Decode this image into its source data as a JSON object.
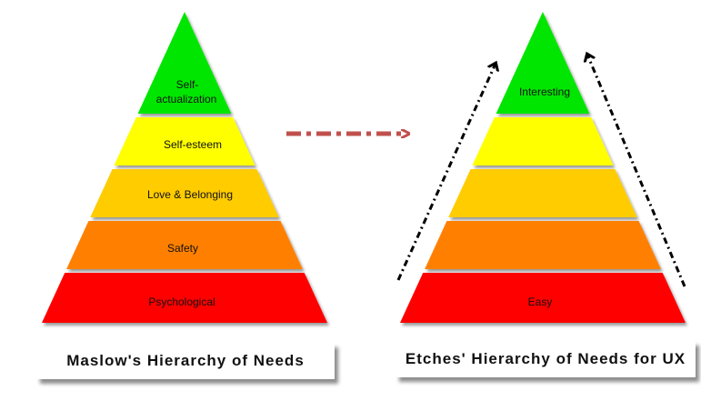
{
  "maslow": {
    "levels": [
      "Psychological",
      "Safety",
      "Love & Belonging",
      "Self-esteem",
      "Self-",
      "actualization"
    ],
    "caption": "Maslow's Hierarchy of Needs"
  },
  "etches": {
    "bottom_label": "Easy",
    "top_label": "Interesting",
    "caption": "Etches' Hierarchy of Needs for UX"
  },
  "colors": {
    "red": "#ff0000",
    "orange": "#ff8000",
    "light_orange": "#ffcc00",
    "yellow": "#ffff00",
    "green": "#00e600",
    "transition_arrow": "#c0504d"
  }
}
